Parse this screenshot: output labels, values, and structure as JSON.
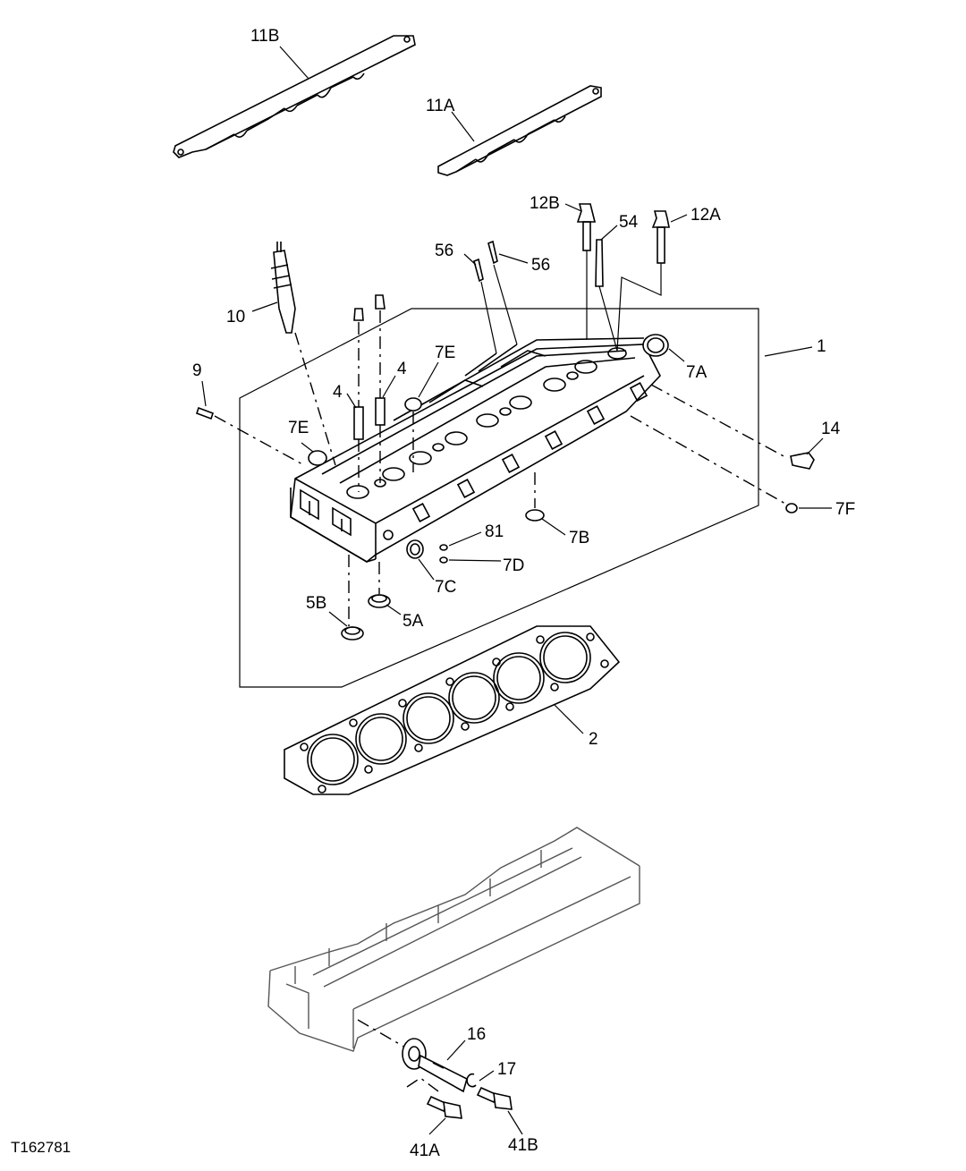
{
  "figure_id": "T162781",
  "callouts": {
    "c11B": "11B",
    "c11A": "11A",
    "c12B": "12B",
    "c54": "54",
    "c12A": "12A",
    "c56a": "56",
    "c56b": "56",
    "c10": "10",
    "c1": "1",
    "c9": "9",
    "c4a": "4",
    "c4b": "4",
    "c7E_top": "7E",
    "c7A": "7A",
    "c7E_left": "7E",
    "c14": "14",
    "c81": "81",
    "c7F": "7F",
    "c7B": "7B",
    "c7D": "7D",
    "c7C": "7C",
    "c5B": "5B",
    "c5A": "5A",
    "c2": "2",
    "c16": "16",
    "c17": "17",
    "c41A": "41A",
    "c41B": "41B"
  }
}
